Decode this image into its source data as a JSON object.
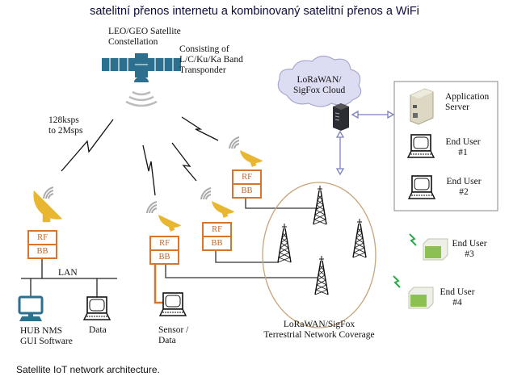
{
  "title": "satelitní přenos internetu a kombinovaný satelitní přenos a WiFi",
  "caption": "Satellite IoT network architecture.",
  "colors": {
    "satellite_blue": "#2d6f8e",
    "dish_yellow": "#e8b630",
    "rfbb_orange": "#d9752a",
    "coverage_ellipse": "#c8a57a",
    "arrow_blue": "#7b7fc2",
    "cloud": "#dcdcf2",
    "end_device_green": "#8cc152",
    "wireless_green": "#2aa84a"
  },
  "satellite": {
    "label_line1": "LEO/GEO Satellite",
    "label_line2": "Constellation",
    "icon": "satellite-icon"
  },
  "transponder": {
    "line1": "Consisting of",
    "line2": "L/C/Ku/Ka Band",
    "line3": "Transponder"
  },
  "data_rate": {
    "line1": "128ksps",
    "line2": "to 2Msps"
  },
  "hub": {
    "rf": "RF",
    "bb": "BB",
    "lan": "LAN",
    "nms_line1": "HUB NMS",
    "nms_line2": "GUI Software",
    "data": "Data"
  },
  "terminals": [
    {
      "rf": "RF",
      "bb": "BB"
    },
    {
      "rf": "RF",
      "bb": "BB"
    },
    {
      "rf": "RF",
      "bb": "BB"
    }
  ],
  "sensor": {
    "line1": "Sensor /",
    "line2": "Data"
  },
  "cloud": {
    "line1": "LoRaWAN/",
    "line2": "SigFox Cloud"
  },
  "app_panel": {
    "server_line1": "Application",
    "server_line2": "Server",
    "user1_line1": "End User",
    "user1_line2": "#1",
    "user2_line1": "End User",
    "user2_line2": "#2"
  },
  "remote_users": [
    {
      "line1": "End User",
      "line2": "#3"
    },
    {
      "line1": "End User",
      "line2": "#4"
    }
  ],
  "coverage": {
    "line1": "LoRaWAN/SigFox",
    "line2": "Terrestrial Network Coverage"
  }
}
